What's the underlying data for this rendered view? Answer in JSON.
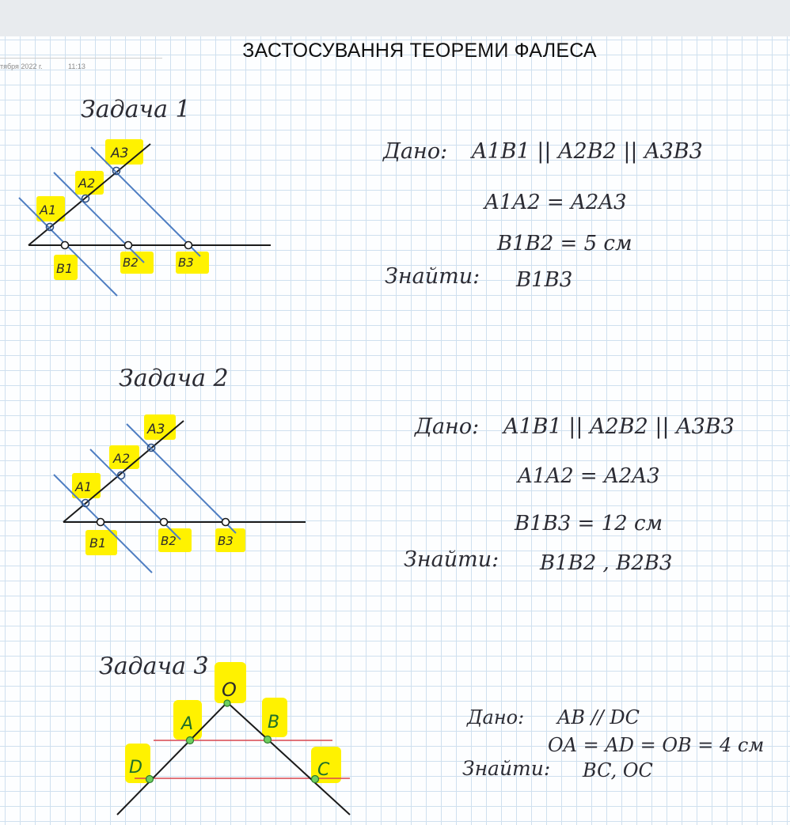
{
  "page": {
    "title": "ЗАСТОСУВАННЯ ТЕОРЕМИ ФАЛЕСА",
    "date_fragment": "тября 2022 г.",
    "time": "11:13"
  },
  "tasks": [
    {
      "heading": "Задача 1",
      "labels": {
        "a1": "A1",
        "a2": "A2",
        "a3": "A3",
        "b1": "B1",
        "b2": "B2",
        "b3": "B3"
      },
      "given_label": "Дано:",
      "given": [
        "A1B1 || A2B2 || A3B3",
        "A1A2 = A2A3",
        "B1B2 = 5 см"
      ],
      "find_label": "Знайти:",
      "find": "B1B3"
    },
    {
      "heading": "Задача 2",
      "labels": {
        "a1": "A1",
        "a2": "A2",
        "a3": "A3",
        "b1": "B1",
        "b2": "B2",
        "b3": "B3"
      },
      "given_label": "Дано:",
      "given": [
        "A1B1 || A2B2 || A3B3",
        "A1A2 = A2A3",
        "B1B3 = 12 см"
      ],
      "find_label": "Знайти:",
      "find": "B1B2 , B2B3"
    },
    {
      "heading": "Задача 3",
      "labels": {
        "o": "O",
        "a": "A",
        "b": "B",
        "c": "C",
        "d": "D"
      },
      "given_label": "Дано:",
      "given": [
        "AB // DC",
        "OA = AD = OB = 4 см"
      ],
      "find_label": "Знайти:",
      "find": "BC, OC"
    }
  ],
  "colors": {
    "highlight": "#fff200",
    "blue_line": "#4f7ec2",
    "red_line": "#d8474f",
    "black_line": "#1a1a1a",
    "point_green": "#3aa63a"
  }
}
